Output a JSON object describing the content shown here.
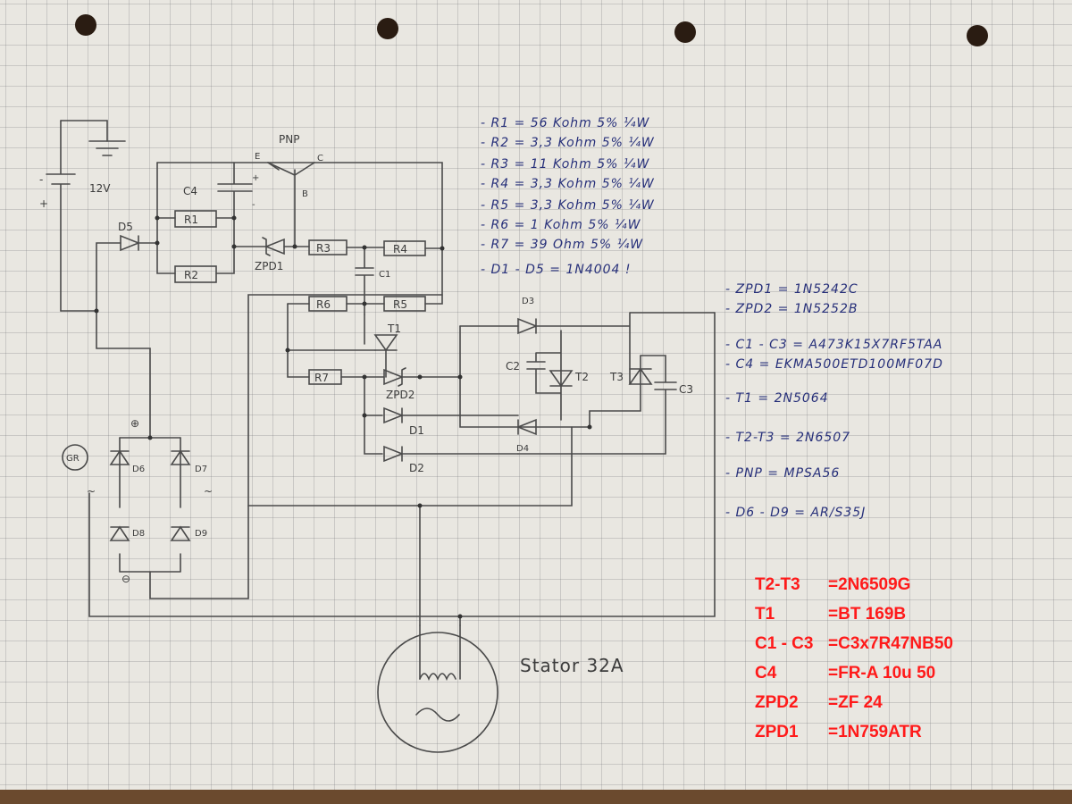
{
  "labels": {
    "pnp": "PNP",
    "e": "E",
    "c": "C",
    "b": "B",
    "c4": "C4",
    "plus": "+",
    "minus": "-",
    "v12": "12V",
    "d5": "D5",
    "r1": "R1",
    "r2": "R2",
    "r3": "R3",
    "r4": "R4",
    "r5": "R5",
    "r6": "R6",
    "r7": "R7",
    "zpd1": "ZPD1",
    "c1": "C1",
    "t1": "T1",
    "zpd2": "ZPD2",
    "d1": "D1",
    "d2": "D2",
    "d3": "D3",
    "d4": "D4",
    "c2": "C2",
    "t2": "T2",
    "t3": "T3",
    "c3": "C3",
    "gr": "GR",
    "bridge_plus": "⊕",
    "bridge_minus": "⊖",
    "ac": "~",
    "d6": "D6",
    "d7": "D7",
    "d8": "D8",
    "d9": "D9",
    "stator": "Stator 32A"
  },
  "parts_list": [
    "- R1 = 56 Kohm 5% ¼W",
    "- R2 = 3,3 Kohm 5% ¼W",
    "- R3 = 11 Kohm 5% ¼W",
    "- R4 = 3,3 Kohm 5% ¼W",
    "- R5 = 3,3 Kohm 5% ¼W",
    "- R6 = 1 Kohm 5% ¼W",
    "- R7 = 39 Ohm 5% ¼W",
    "- D1 - D5 = 1N4004 !",
    "- ZPD1 = 1N5242C",
    "- ZPD2 = 1N5252B",
    "- C1 - C3 = A473K15X7RF5TAA",
    "- C4 = EKMA500ETD100MF07D",
    "- T1 = 2N5064",
    "- T2-T3 = 2N6507",
    "- PNP = MPSA56",
    "- D6 - D9 = AR/S35J"
  ],
  "red_notes": [
    {
      "label": "T2-T3",
      "value": "=2N6509G"
    },
    {
      "label": "T1",
      "value": "=BT 169B"
    },
    {
      "label": "C1 - C3",
      "value": "=C3x7R47NB50"
    },
    {
      "label": "C4",
      "value": "=FR-A 10u 50"
    },
    {
      "label": "ZPD2",
      "value": "=ZF 24"
    },
    {
      "label": "ZPD1",
      "value": "=1N759ATR"
    }
  ],
  "colors": {
    "ink_pencil": "#4a4a4a",
    "ink_blue": "#27307a",
    "note_red": "#ff1a1a",
    "paper": "#e9e7e1"
  }
}
